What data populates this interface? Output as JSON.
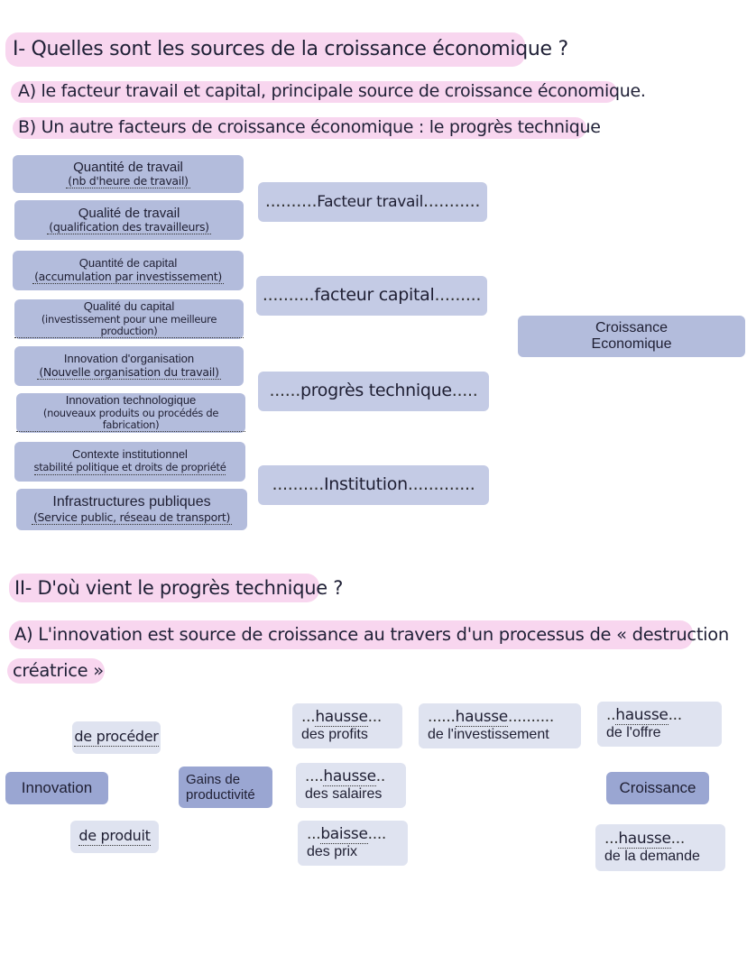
{
  "section1": {
    "title": "I- Quelles sont les sources de la croissance économique ?",
    "a": "A) le facteur travail et capital, principale source de croissance économique.",
    "b": "B) Un autre facteurs de croissance économique : le progrès technique"
  },
  "left_boxes": [
    {
      "title": "Quantité de travail",
      "sub": "(nb d'heure de travail)"
    },
    {
      "title": "Qualité de travail",
      "sub": "(qualification des travailleurs)"
    },
    {
      "title": "Quantité de capital",
      "sub": "(accumulation par investissement)"
    },
    {
      "title": "Qualité du capital",
      "sub": "(investissement pour une meilleure production)"
    },
    {
      "title": "Innovation d'organisation",
      "sub": "(Nouvelle organisation du travail)"
    },
    {
      "title": "Innovation technologique",
      "sub": "(nouveaux produits ou procédés de fabrication)"
    },
    {
      "title": "Contexte institutionnel",
      "sub": "stabilité politique et droits de propriété"
    },
    {
      "title": "Infrastructures publiques",
      "sub": "(Service public, réseau de transport)"
    }
  ],
  "factors": [
    "Facteur travail",
    "facteur capital",
    "progrès technique",
    "Institution"
  ],
  "croissance_economique": [
    "Croissance",
    "Economique"
  ],
  "section2": {
    "title": "II- D'où vient le progrès technique ?",
    "a_line1": "A) L'innovation est source de croissance au travers d'un processus de « destruction",
    "a_line2": "créatrice »"
  },
  "diagram": {
    "de_proceder": "de procéder",
    "de_produit": "de produit",
    "innovation": "Innovation",
    "gains_line1": "Gains de",
    "gains_line2": "productivité",
    "profits_fill": "hausse",
    "profits_label": "des profits",
    "salaires_fill": "hausse",
    "salaires_label": "des salaires",
    "prix_fill": "baisse",
    "prix_label": "des prix",
    "invest_fill": "hausse",
    "invest_label": "de l'investissement",
    "offre_fill": "hausse",
    "offre_label": "de l'offre",
    "croissance": "Croissance",
    "demande_fill": "hausse",
    "demande_label": "de la demande"
  }
}
